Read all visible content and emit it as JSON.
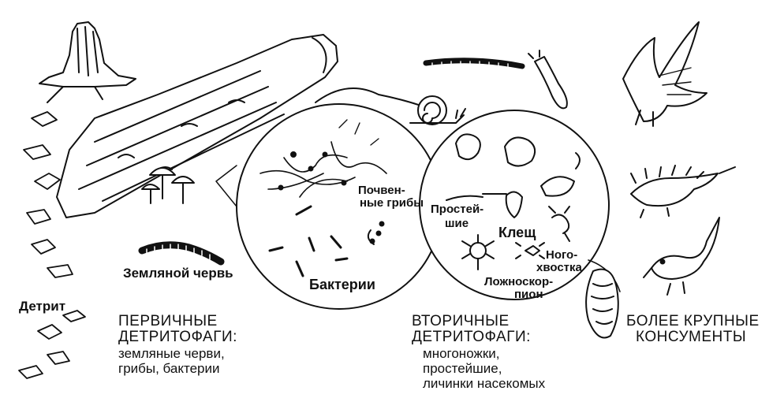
{
  "organisms": {
    "earthworm": "Земляной червь",
    "detritus": "Детрит",
    "soil_fungi_line1": "Почвен-",
    "soil_fungi_line2": "ные грибы",
    "bacteria": "Бактерии",
    "protozoa_line1": "Простей-",
    "protozoa_line2": "шие",
    "mite": "Клещ",
    "springtail_line1": "Ного-",
    "springtail_line2": "хвостка",
    "pseudoscorpion_line1": "Ложноскор-",
    "pseudoscorpion_line2": "пион"
  },
  "groups": {
    "primary": {
      "title_line1": "ПЕРВИЧНЫЕ",
      "title_line2": "ДЕТРИТОФАГИ:",
      "members_line1": "земляные черви,",
      "members_line2": "грибы, бактерии"
    },
    "secondary": {
      "title_line1": "ВТОРИЧНЫЕ",
      "title_line2": "ДЕТРИТОФАГИ:",
      "members_line1": "многоножки,",
      "members_line2": "простейшие,",
      "members_line3": "личинки насекомых"
    },
    "larger": {
      "title_line1": "БОЛЕЕ КРУПНЫЕ",
      "title_line2": "КОНСУМЕНТЫ"
    }
  },
  "colors": {
    "ink": "#111111",
    "bleed": "#bcbcbc",
    "paper": "#ffffff"
  }
}
